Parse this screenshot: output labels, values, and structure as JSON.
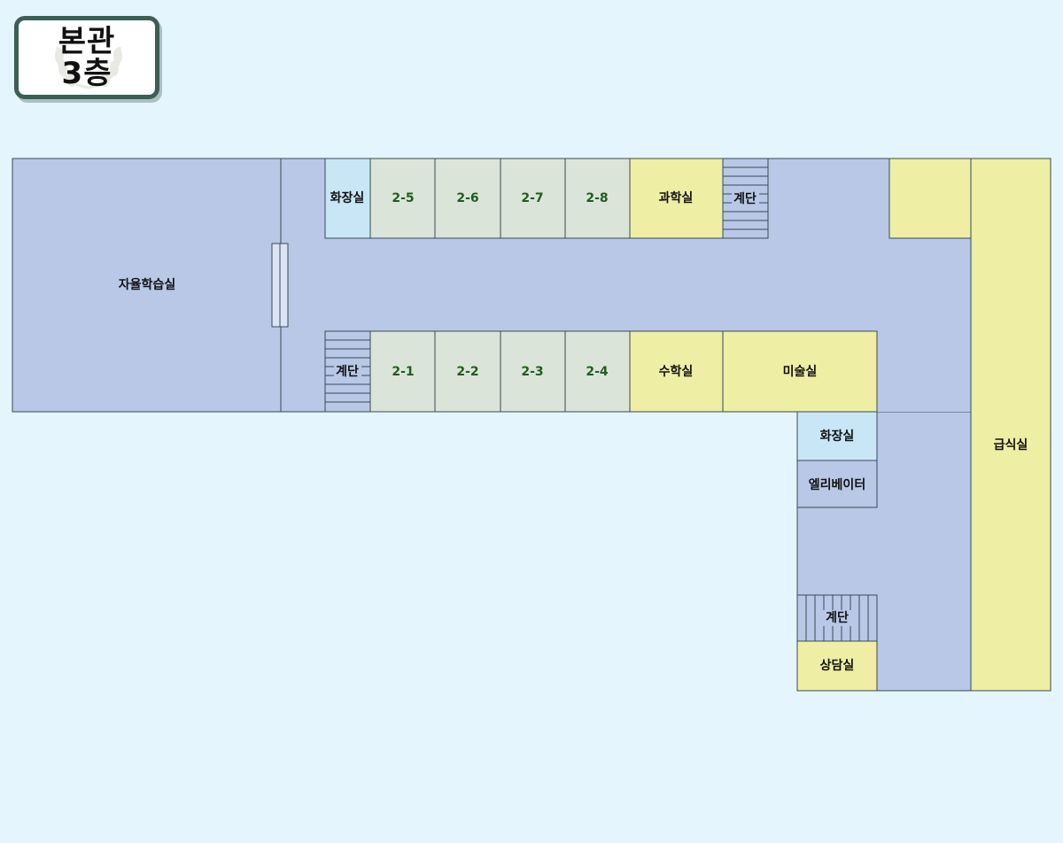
{
  "title": {
    "line1": "본관",
    "line2": "3층"
  },
  "colors": {
    "background": "#e5f5fd",
    "corridor": "#b8c8e6",
    "classroom": "#dbe4d8",
    "special_room": "#eeeea4",
    "restroom": "#c8e6f6",
    "stair": "#b8c8e6",
    "border": "#3a4a55",
    "class_text": "#1e5e1e"
  },
  "rooms": {
    "study_room": "자율학습실",
    "restroom_top": "화장실",
    "class_2_5": "2-5",
    "class_2_6": "2-6",
    "class_2_7": "2-7",
    "class_2_8": "2-8",
    "science_room": "과학실",
    "stairs_top": "계단",
    "stairs_left": "계단",
    "class_2_1": "2-1",
    "class_2_2": "2-2",
    "class_2_3": "2-3",
    "class_2_4": "2-4",
    "math_room": "수학실",
    "art_room": "미술실",
    "restroom_right": "화장실",
    "elevator": "엘리베이터",
    "stairs_bottom": "계단",
    "counseling_room": "상담실",
    "cafeteria": "급식실"
  }
}
